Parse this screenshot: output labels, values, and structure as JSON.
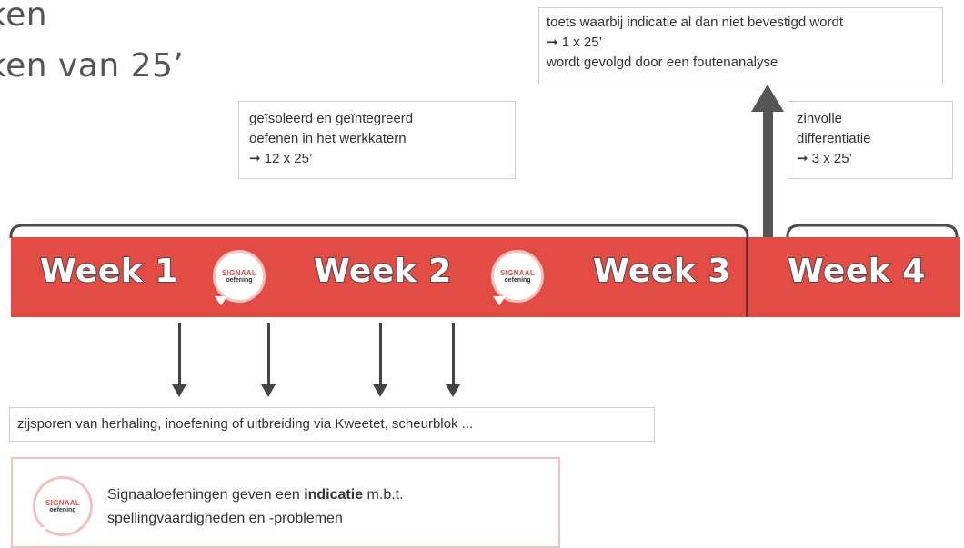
{
  "title": {
    "line1": "ken",
    "line2": "ken van 25’"
  },
  "top_box": {
    "line1": "toets waarbij indicatie al dan niet bevestigd wordt",
    "line2": "➞ 1 x 25’",
    "line3": "wordt gevolgd door een foutenanalyse"
  },
  "mid_box": {
    "line1": "geïsoleerd en geïntegreerd",
    "line2": "oefenen in het werkkatern",
    "line3": "➞ 12 x 25’"
  },
  "right_box": {
    "line1": "zinvolle",
    "line2": "differentiatie",
    "line3": "➞ 3 x 25’"
  },
  "timeline": {
    "weeks": [
      "Week 1",
      "Week 2",
      "Week 3",
      "Week 4"
    ],
    "badge_line1": "SIGNAAL",
    "badge_line2": "oefening",
    "bar_color": "#e34b45"
  },
  "bottom_box": {
    "text": "zijsporen van herhaling, inoefening of uitbreiding via Kweetet, scheurblok ..."
  },
  "note": {
    "line1_pre": "Signaaloefeningen geven een ",
    "line1_bold": "indicatie",
    "line1_post": " m.b.t.",
    "line2": "spellingvaardigheden en -problemen"
  }
}
